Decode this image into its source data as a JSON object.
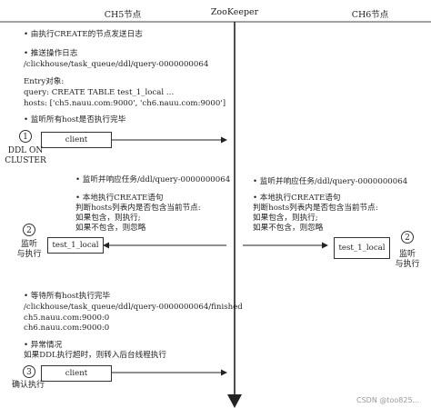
{
  "header": {
    "ch5": "CH5节点",
    "zookeeper": "ZooKeeper",
    "ch6": "CH6节点"
  },
  "step1": {
    "l1": "• 由执行CREATE的节点发送日志",
    "l2": "• 推送操作日志",
    "l3": "/clickhouse/task_queue/ddl/query-0000000064",
    "l4": "Entry对象:",
    "l5": "query: CREATE TABLE test_1_local …",
    "l6": "hosts: ['ch5.nauu.com:9000', 'ch6.nauu.com:9000']",
    "l7": "• 监听所有host是否执行完毕",
    "client": "client",
    "num": "1",
    "label_a": "DDL ON",
    "label_b": "CLUSTER"
  },
  "step2_ch5": {
    "l1": "• 监听并响应任务/ddl/query-0000000064",
    "l2": "• 本地执行CREATE语句",
    "l3": "判断hosts列表内是否包含当前节点:",
    "l4": "如果包含，则执行;",
    "l5": "如果不包含，则忽略",
    "box": "test_1_local",
    "num": "2",
    "label_a": "监听",
    "label_b": "与执行"
  },
  "step2_ch6": {
    "l1": "• 监听并响应任务/ddl/query-0000000064",
    "l2": "• 本地执行CREATE语句",
    "l3": "判断hosts列表内是否包含当前节点:",
    "l4": "如果包含，则执行;",
    "l5": "如果不包含，则忽略",
    "box": "test_1_local",
    "num": "2",
    "label_a": "监听",
    "label_b": "与执行"
  },
  "step3": {
    "l1": "• 等待所有host执行完毕",
    "l2": "/clickhouse/task_queue/ddl/query-0000000064/finished",
    "l3": "ch5.nauu.com:9000:0",
    "l4": "ch6.nauu.com:9000:0",
    "l5": "• 异常情况",
    "l6": "如果DDL执行超时，则转入后台线程执行",
    "client": "client",
    "num": "3",
    "label": "确认执行"
  },
  "watermark": "CSDN @too825..."
}
